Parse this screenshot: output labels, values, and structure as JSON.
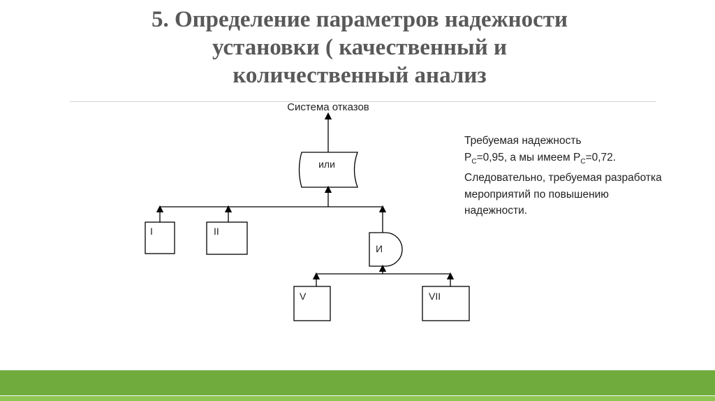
{
  "slide": {
    "title_lines": [
      "5. Определение параметров надежности",
      "установки ( качественный и",
      "количественный анализ"
    ]
  },
  "diagram": {
    "top_event": "Система отказов",
    "or_gate": "или",
    "and_gate": "И",
    "events": [
      "I",
      "II",
      "V",
      "VII"
    ]
  },
  "note": {
    "line1": "Требуемая надежность",
    "p_symbol": "P",
    "p_sub": "C",
    "required_value": "=0,95",
    "mid_text": ", а мы имеем ",
    "actual_value": "=0,72.",
    "rest": "Следовательно, требуемая разработка мероприятий по повышению надежности."
  },
  "colors": {
    "title": "#595959",
    "footer_bar": "#6fac3d",
    "footer_bar_light": "#8dc651"
  }
}
